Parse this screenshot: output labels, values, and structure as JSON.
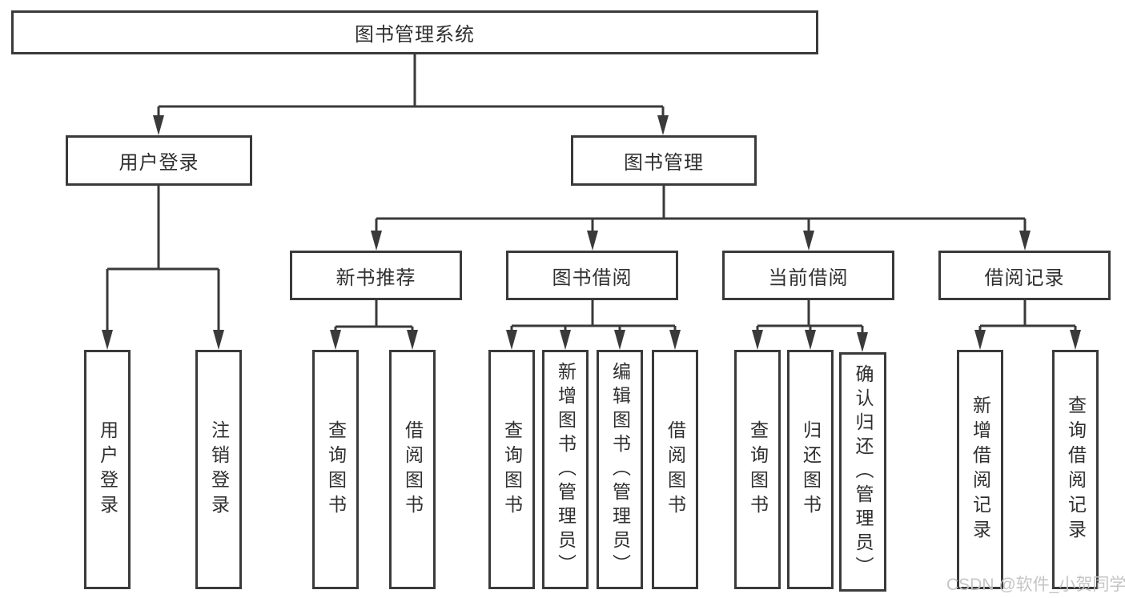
{
  "diagram": {
    "nodes": {
      "root": "图书管理系统",
      "user_login": "用户登录",
      "book_management": "图书管理",
      "new_book_recommend": "新书推荐",
      "book_borrow": "图书借阅",
      "current_borrow": "当前借阅",
      "borrow_records": "借阅记录",
      "leaf_user_login": "用户登录",
      "leaf_logout": "注销登录",
      "nb_query_book": "查询图书",
      "nb_borrow_book": "借阅图书",
      "bb_query_book": "查询图书",
      "bb_add_book": "新增图书（管理员）",
      "bb_edit_book": "编辑图书（管理员）",
      "bb_borrow_book": "借阅图书",
      "cb_query_book": "查询图书",
      "cb_return_book": "归还图书",
      "cb_confirm_return": "确认归还（管理员）",
      "br_add_record": "新增借阅记录",
      "br_query_record": "查询借阅记录"
    },
    "line_color": "#3a3a3a"
  },
  "watermark": "CSDN @软件_小贺同学"
}
